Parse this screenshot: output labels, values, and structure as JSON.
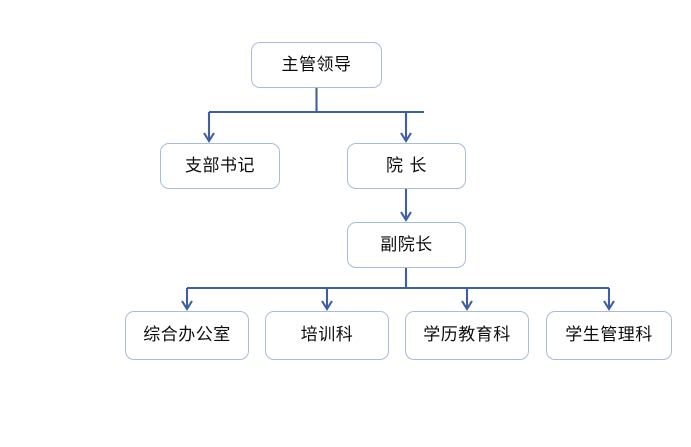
{
  "diagram": {
    "title": "",
    "type": "organizational-chart",
    "background_color": "#ffffff",
    "node_fill_color": "#ffffff",
    "node_border_color": "#a9bcd8",
    "node_text_color": "#0d0d0d",
    "connector_color": "#3f5f9f",
    "levels": [
      {
        "level": 1,
        "nodes": [
          {
            "id": "supervising-leader",
            "label": "主管领导"
          }
        ]
      },
      {
        "level": 2,
        "nodes": [
          {
            "id": "branch-secretary",
            "label": "支部书记"
          },
          {
            "id": "dean",
            "label": "院 长"
          }
        ]
      },
      {
        "level": 3,
        "nodes": [
          {
            "id": "vice-dean",
            "label": "副院长"
          }
        ]
      },
      {
        "level": 4,
        "nodes": [
          {
            "id": "general-office",
            "label": "综合办公室"
          },
          {
            "id": "training-section",
            "label": "培训科"
          },
          {
            "id": "academic-education-section",
            "label": "学历教育科"
          },
          {
            "id": "student-management-section",
            "label": "学生管理科"
          }
        ]
      }
    ],
    "edges": [
      {
        "from": "supervising-leader",
        "to": "branch-secretary"
      },
      {
        "from": "supervising-leader",
        "to": "dean"
      },
      {
        "from": "dean",
        "to": "vice-dean"
      },
      {
        "from": "vice-dean",
        "to": "general-office"
      },
      {
        "from": "vice-dean",
        "to": "training-section"
      },
      {
        "from": "vice-dean",
        "to": "academic-education-section"
      },
      {
        "from": "vice-dean",
        "to": "student-management-section"
      }
    ]
  }
}
